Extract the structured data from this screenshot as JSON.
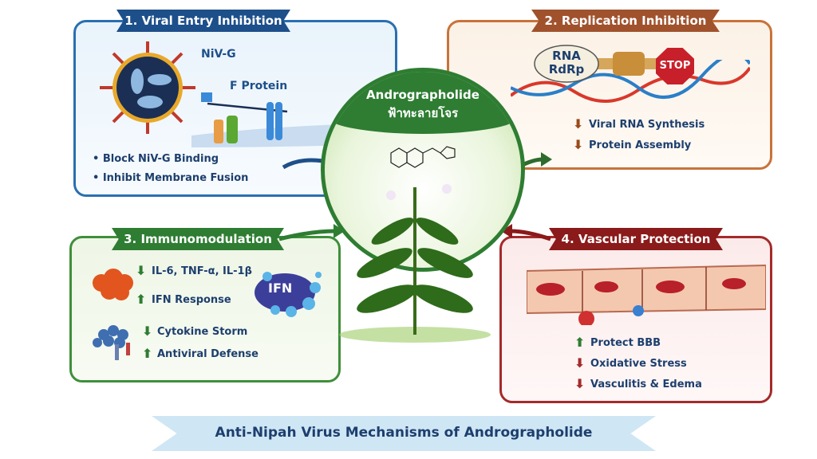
{
  "center": {
    "title": "Andrographolide",
    "subtitle": "ฟ้าทะลายโจร"
  },
  "panel1": {
    "title": "1. Viral Entry Inhibition",
    "label_nivg": "NiV-G",
    "label_fprotein": "F Protein",
    "bullets": [
      "Block NiV-G Binding",
      "Inhibit Membrane Fusion"
    ],
    "color": "#1d4f8a"
  },
  "panel2": {
    "title": "2. Replication Inhibition",
    "enzyme_line1": "RNA",
    "enzyme_line2": "RdRp",
    "stop": "STOP",
    "items": [
      {
        "dir": "down",
        "text": "Viral RNA Synthesis"
      },
      {
        "dir": "down",
        "text": "Protein Assembly"
      }
    ],
    "color": "#a0522d"
  },
  "panel3": {
    "title": "3. Immunomodulation",
    "ifn_label": "IFN",
    "items": [
      {
        "dir": "down",
        "text": "IL-6, TNF-α, IL-1β"
      },
      {
        "dir": "up",
        "text": "IFN Response"
      },
      {
        "dir": "down",
        "text": "Cytokine Storm"
      },
      {
        "dir": "up",
        "text": "Antiviral Defense"
      }
    ],
    "color": "#2e7d32"
  },
  "panel4": {
    "title": "4. Vascular Protection",
    "items": [
      {
        "dir": "up",
        "text": "Protect BBB"
      },
      {
        "dir": "down",
        "text": "Oxidative Stress"
      },
      {
        "dir": "down",
        "text": "Vasculitis & Edema"
      }
    ],
    "color": "#8b1a1a"
  },
  "footer": {
    "title": "Anti-Nipah Virus Mechanisms of Andrographolide"
  }
}
